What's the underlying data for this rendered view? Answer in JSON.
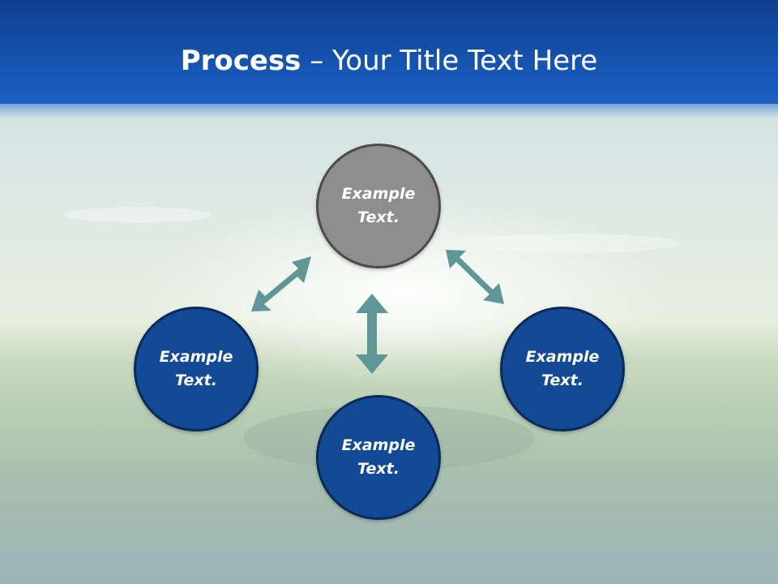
{
  "slide": {
    "title_bold": "Process",
    "title_rest": " – Your Title Text Here"
  },
  "nodes": [
    {
      "id": "top",
      "line1": "Example",
      "line2": "Text.",
      "color": "#8e8e8e"
    },
    {
      "id": "left",
      "line1": "Example",
      "line2": "Text.",
      "color": "#124a95"
    },
    {
      "id": "right",
      "line1": "Example",
      "line2": "Text.",
      "color": "#124a95"
    },
    {
      "id": "bottom",
      "line1": "Example",
      "line2": "Text.",
      "color": "#124a95"
    }
  ],
  "colors": {
    "title_bar": "#1452ad",
    "arrow": "#5f9696"
  },
  "icons": [
    "double-arrow-icon"
  ]
}
